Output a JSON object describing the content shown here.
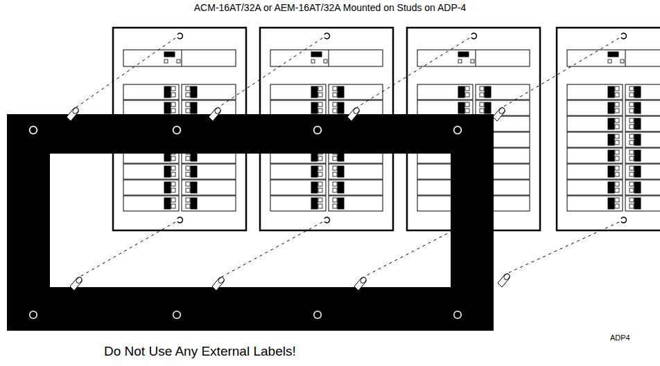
{
  "diagram": {
    "title": "ACM-16AT/32A or AEM-16AT/32A Mounted on Studs on ADP-4",
    "labels": [
      "Do Not Use Any External Labels!",
      "ADP4"
    ]
  }
}
